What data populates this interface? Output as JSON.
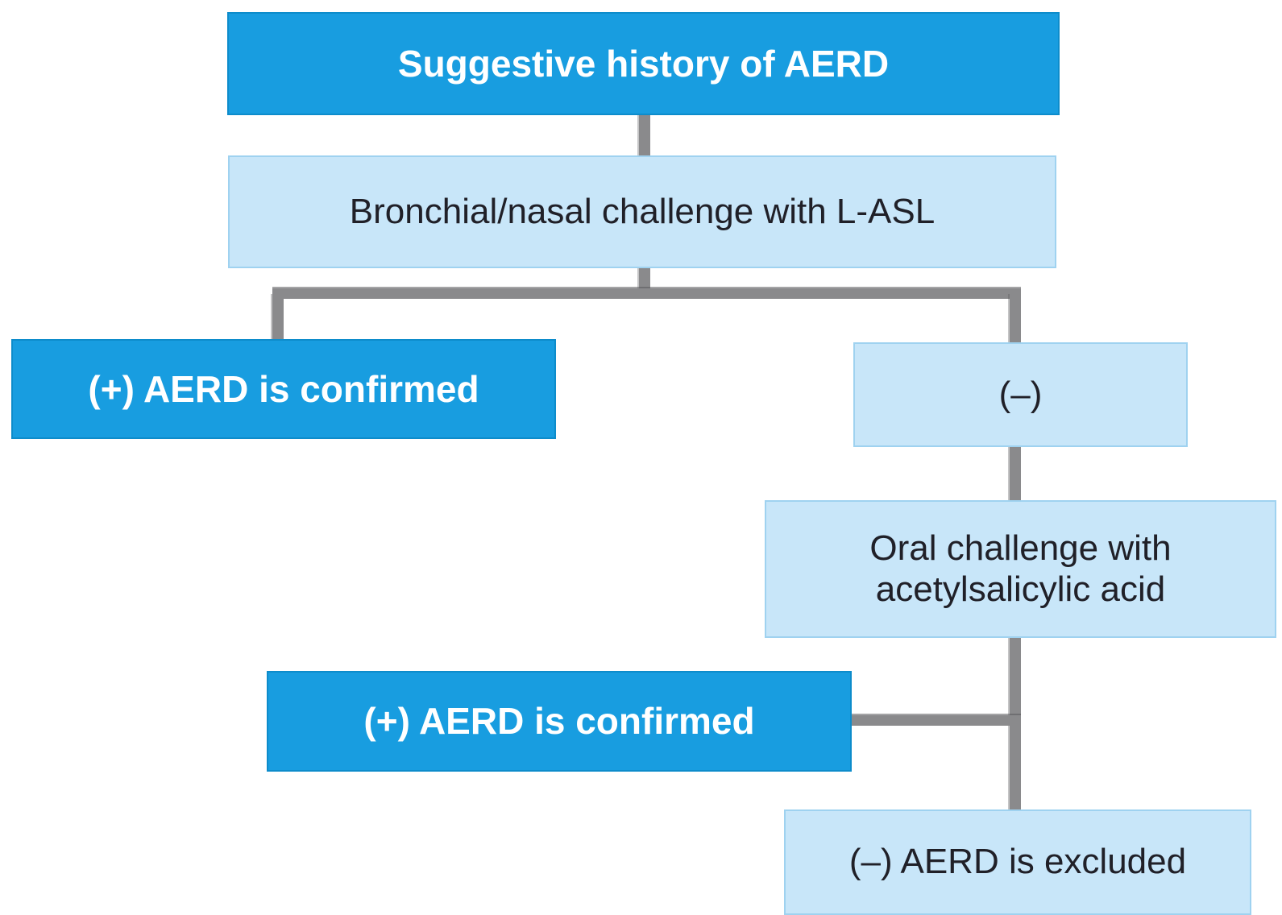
{
  "diagram": {
    "description": "AERD diagnostic algorithm flowchart",
    "colors": {
      "primary_blue": "#189de0",
      "primary_blue_border": "#0d8ccb",
      "light_blue": "#c8e6f9",
      "light_blue_border": "#9fd2f0",
      "connector_gray": "#8a8a8c",
      "dark_text": "#202028",
      "light_text": "#ffffff"
    },
    "nodes": [
      {
        "id": "history",
        "label": "Suggestive history of AERD",
        "style": "primary"
      },
      {
        "id": "bronchial-challenge",
        "label": "Bronchial/nasal challenge with L-ASL",
        "style": "light"
      },
      {
        "id": "positive-result-1",
        "label": "(+) AERD is confirmed",
        "style": "primary"
      },
      {
        "id": "negative-result-1",
        "label": "(–)",
        "style": "light"
      },
      {
        "id": "oral-challenge",
        "label": "Oral challenge with acetylsalicylic acid",
        "style": "light"
      },
      {
        "id": "positive-result-2",
        "label": "(+) AERD is confirmed",
        "style": "primary"
      },
      {
        "id": "negative-result-2",
        "label": "(–) AERD is excluded",
        "style": "light"
      }
    ]
  }
}
